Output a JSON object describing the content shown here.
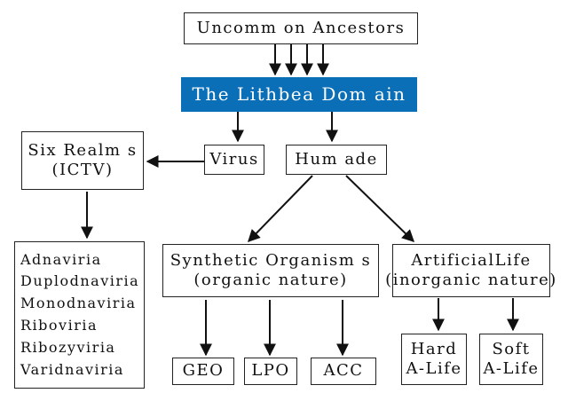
{
  "nodes": {
    "ancestors": "Uncomm on Ancestors",
    "domain": "The Lithbea Dom ain",
    "virus": "Virus",
    "humade": "Hum ade",
    "six_realms": {
      "line1": "Six Realm s",
      "line2": "(ICTV)"
    },
    "synthetic": {
      "line1": "Synthetic Organism s",
      "line2": "(organic nature)"
    },
    "artificial": {
      "line1": "ArtificialLife",
      "line2": "(inorganic nature)"
    },
    "realms_list": [
      "Adnaviria",
      "Duplodnaviria",
      "Monodnaviria",
      "Riboviria",
      "Ribozyviria",
      "Varidnaviria"
    ],
    "geo": "GEO",
    "lpo": "LPO",
    "acc": "ACC",
    "hard": {
      "line1": "Hard",
      "line2": "A-Life"
    },
    "soft": {
      "line1": "Soft",
      "line2": "A-Life"
    }
  },
  "colors": {
    "domain_fill": "#0b6fb8",
    "line": "#111111"
  }
}
